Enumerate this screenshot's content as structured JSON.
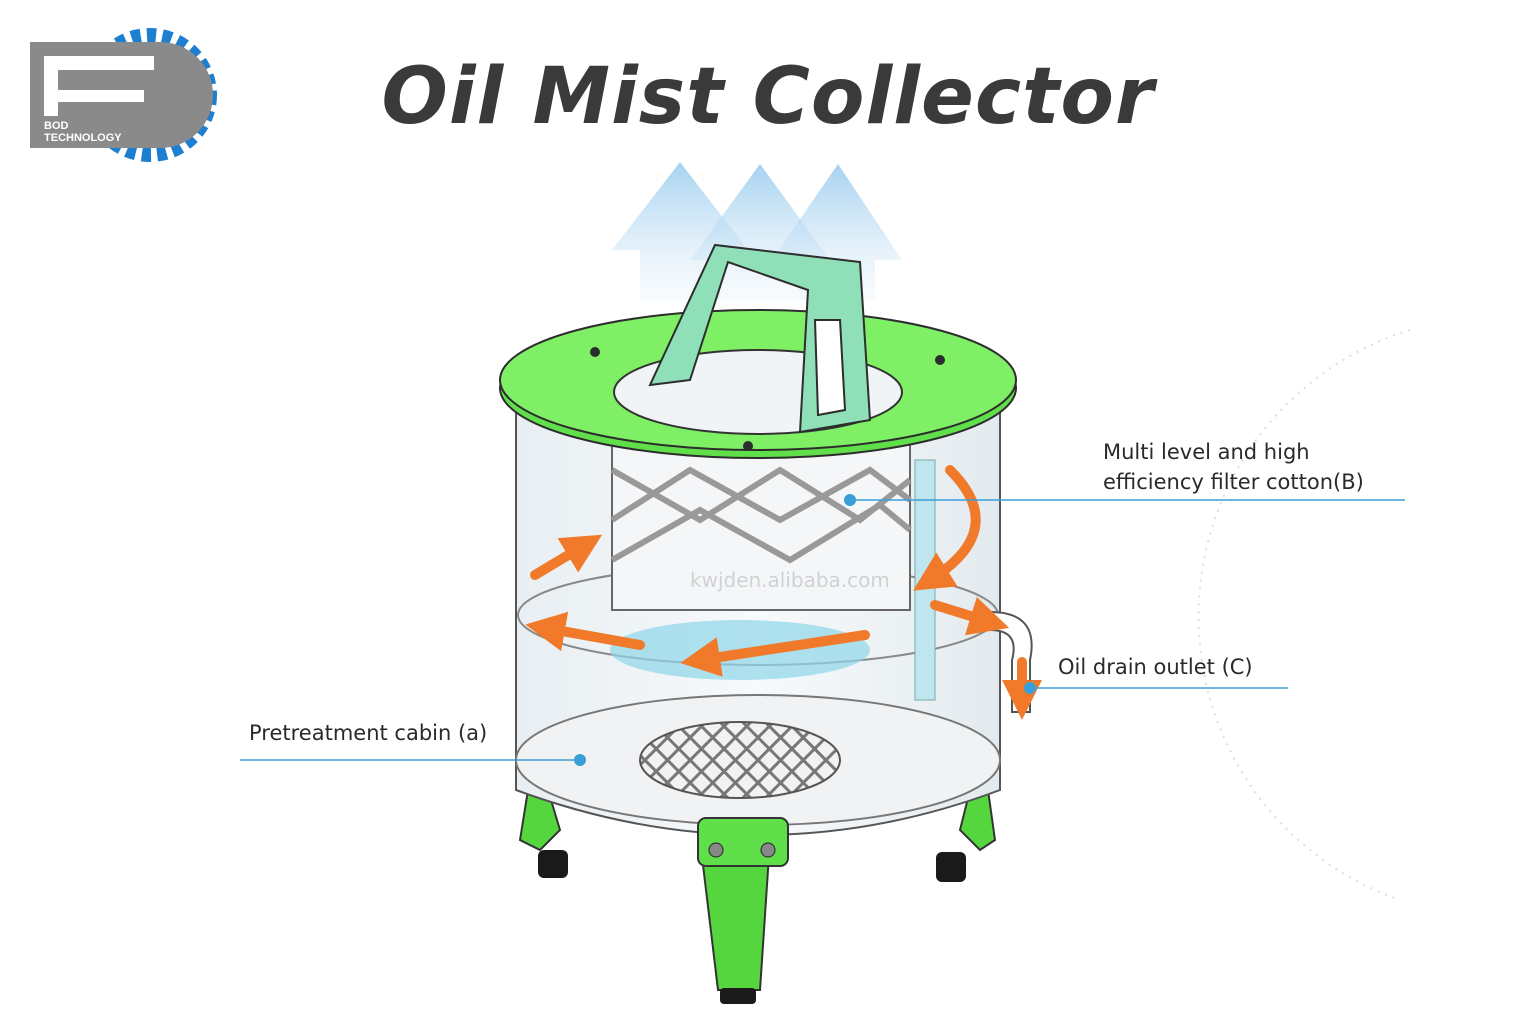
{
  "title": "Oil Mist Collector",
  "logo": {
    "line1": "BOD",
    "line2": "TECHNOLOGY",
    "icon": "gear-letter-bd-logo"
  },
  "callouts": {
    "filter_line1": "Multi level and high",
    "filter_line2": "efficiency filter cotton(B)",
    "drain": "Oil drain outlet (C)",
    "pretreatment": "Pretreatment cabin (a)"
  },
  "watermark": "kwjden.alibaba.com",
  "colors": {
    "title": "#3a3a3a",
    "lid_green": "#5fe04a",
    "flow_arrow": "#f07a2a",
    "callout_line": "#3a9fd8",
    "logo_blue": "#1e7fd0",
    "logo_gray": "#8a8a8a"
  }
}
